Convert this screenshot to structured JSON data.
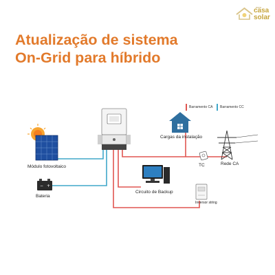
{
  "logo": {
    "tagline": "meu",
    "name_line1": "casa",
    "name_line2": "solar"
  },
  "title": {
    "line1": "Atualização de sistema",
    "line2": "On-Grid para híbrido"
  },
  "legend": [
    {
      "label": "Barramento CA",
      "color": "#e05550"
    },
    {
      "label": "Barramento CC",
      "color": "#3fa7c9"
    }
  ],
  "components": {
    "pv": "Módulo fotovoltaico",
    "battery": "Bateria",
    "loads": "Cargas da instalação",
    "ct": "TC",
    "grid": "Rede CA",
    "backup": "Circuito de Backup",
    "string_inverter": "Inversor string"
  },
  "colors": {
    "title": "#e27a2b",
    "ac_line": "#e05550",
    "dc_line": "#3fa7c9",
    "house": "#2f6f9f"
  }
}
